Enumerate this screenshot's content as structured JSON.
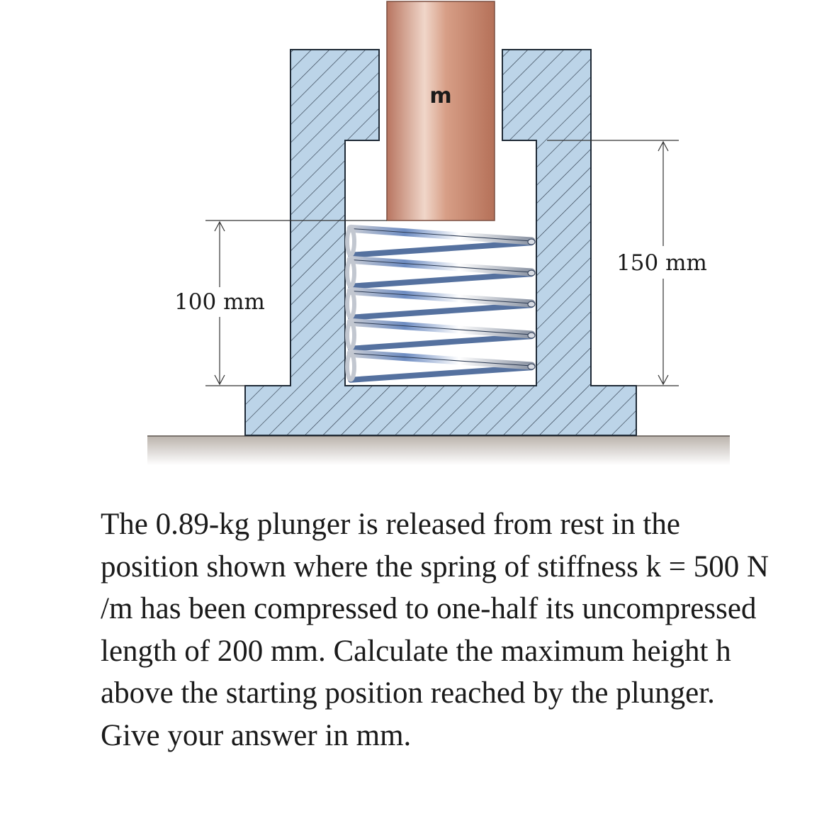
{
  "figure": {
    "mass_label": "m",
    "left_dimension": "100 mm",
    "right_dimension": "150 mm"
  },
  "problem": {
    "text": "The 0.89-kg plunger is released from rest in the position shown where the spring of stiffness k = 500 N /m has been compressed to one-half its uncompressed length of 200 mm. Calculate the maximum height h above the starting position reached by the plunger. Give your answer in mm."
  },
  "colors": {
    "housing_fill": "#bcd4e8",
    "plunger": "#c98a72",
    "spring": "#6f8fc4",
    "ground": "#c9c2bc"
  }
}
